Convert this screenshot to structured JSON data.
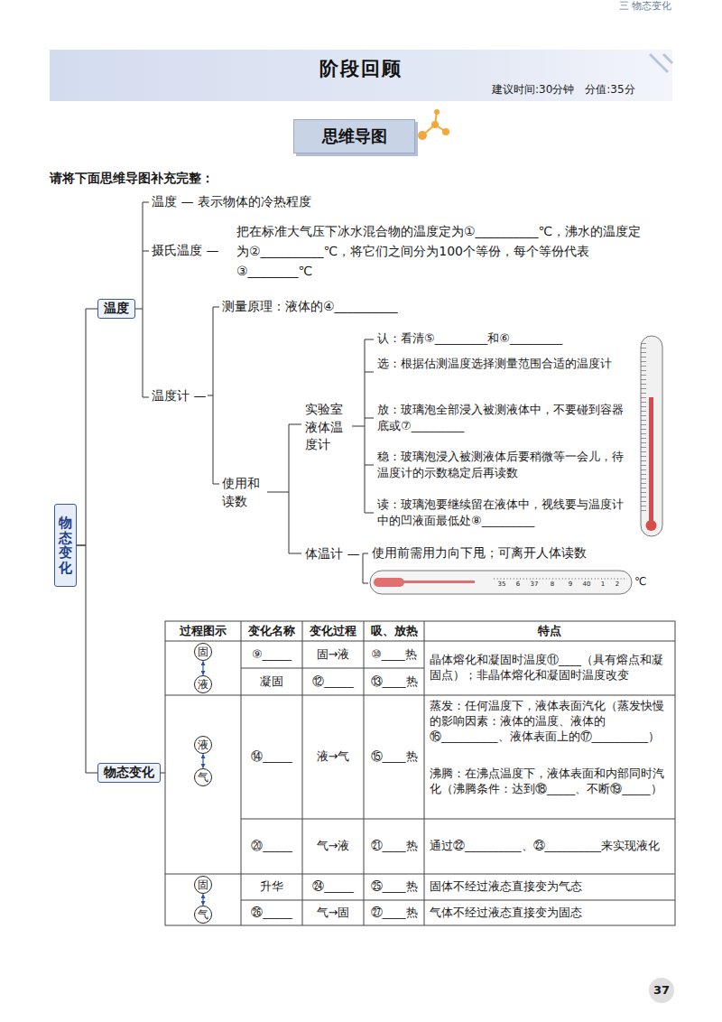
{
  "diagram": {
    "title": "阶段回顾",
    "nodes": [
      {
        "text": [
          "思维导图"
        ]
      },
      {
        "text": [
          "物态变化"
        ]
      },
      {
        "text": [
          "温度"
        ]
      },
      {
        "text": [
          "物态变化"
        ]
      },
      {
        "text": [
          "固"
        ]
      },
      {
        "text": [
          "液"
        ]
      },
      {
        "text": [
          "液"
        ]
      },
      {
        "text": [
          "气"
        ]
      },
      {
        "text": [
          "固"
        ]
      },
      {
        "text": [
          "气"
        ]
      }
    ],
    "edges": [
      {
        "from": 1,
        "to": 2,
        "arrow": "none"
      },
      {
        "from": 1,
        "to": 3,
        "arrow": "none"
      },
      {
        "from": 4,
        "to": 5,
        "arrow": "both"
      },
      {
        "from": 6,
        "to": 7,
        "arrow": "both"
      },
      {
        "from": 8,
        "to": 9,
        "arrow": "both"
      }
    ],
    "labels": [
      "三 物态变化",
      "建议时间:30分钟　分值:35分",
      "请将下面思维导图补充完整：",
      "温度 — 表示物体的冷热程度",
      "摄氏温度 —",
      "把在标准大气压下冰水混合物的温度定为①__________℃，沸水的温度定为②__________℃，将它们之间分为100个等份，每个等份代表③________℃",
      "测量原理：液体的④__________",
      "温度计 —",
      "使用和读数",
      "实验室液体温度计",
      "认：看清⑤_________和⑥_________",
      "选：根据估测温度选择测量范围合适的温度计",
      "放：玻璃泡全部浸入被测液体中，不要碰到容器底或⑦_________",
      "稳：玻璃泡浸入被测液体后要稍微等一会儿，待温度计的示数稳定后再读数",
      "读：玻璃泡要继续留在液体中，视线要与温度计中的凹液面最低处⑧_________",
      "体温计 —",
      "使用前需用力向下甩；可离开人体读数",
      "35",
      "6",
      "37",
      "8",
      "9",
      "40",
      "1",
      "2",
      "℃",
      "过程图示",
      "变化名称",
      "变化过程",
      "吸、放热",
      "特点",
      "⑨_____",
      "固→液",
      "⑩____热",
      "凝固",
      "⑫_____",
      "⑬____热",
      "晶体熔化和凝固时温度⑪____（具有熔点和凝固点）；非晶体熔化和凝固时温度改变",
      "⑭_____",
      "液→气",
      "⑮____热",
      "蒸发：任何温度下，液体表面汽化（蒸发快慢的影响因素：液体的温度、液体的⑯__________、液体表面上的⑰__________）",
      "沸腾：在沸点温度下，液体表面和内部同时汽化（沸腾条件：达到⑱_____、不断⑲_____）",
      "⑳_____",
      "气→液",
      "㉑____热",
      "通过㉒__________、㉓__________来实现液化",
      "升华",
      "㉔_____",
      "㉕____热",
      "固体不经过液态直接变为气态",
      "㉖_____",
      "气→固",
      "㉗____热",
      "气体不经过液态直接变为固态",
      "37"
    ]
  }
}
